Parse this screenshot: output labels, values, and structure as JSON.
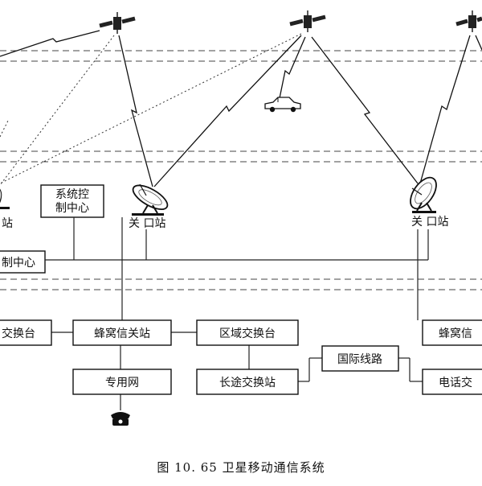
{
  "labels": {
    "control_center_top_line1": "系统控",
    "control_center_top_line2": "制中心",
    "control_center_left": "制中心",
    "gateway_station_left": "站",
    "gateway_station_mid": "关 口站",
    "gateway_station_right": "关 口站",
    "exchange_left": "交换台",
    "cellular_gateway": "蜂窝信关站",
    "regional_exchange": "区域交换台",
    "international_line": "国际线路",
    "long_distance_exchange": "长途交换站",
    "private_network": "专用网",
    "cellular_right": "蜂窝信",
    "telephone_right": "电话交"
  },
  "caption": "图 10. 65    卫星移动通信系统",
  "icons": {
    "satellite": "satellite-icon",
    "dish": "satellite-dish-icon",
    "car": "car-icon",
    "telephone": "telephone-icon"
  }
}
